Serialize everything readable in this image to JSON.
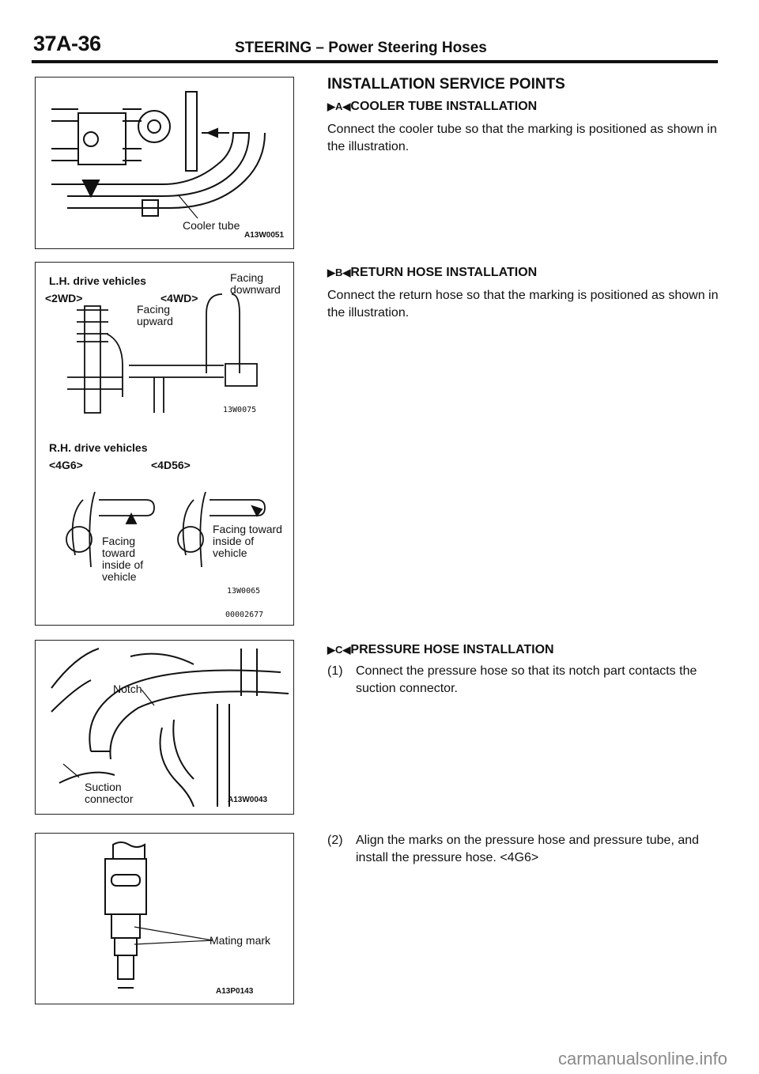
{
  "header": {
    "page_number": "37A-36",
    "title": "STEERING – Power Steering Hoses"
  },
  "figures": {
    "cooler": {
      "label": "Cooler tube",
      "code": "A13W0051"
    },
    "return": {
      "lh_title": "L.H. drive vehicles",
      "lh_2wd": "<2WD>",
      "lh_4wd": "<4WD>",
      "facing_upward": "Facing\nupward",
      "facing_downward": "Facing\ndownward",
      "lh_code": "13W0075",
      "rh_title": "R.H. drive vehicles",
      "rh_4g6": "<4G6>",
      "rh_4d56": "<4D56>",
      "facing_toward_left": "Facing\ntoward\ninside of\nvehicle",
      "facing_toward_right": "Facing toward\ninside of\nvehicle",
      "rh_code": "13W0065",
      "doc_code": "00002677"
    },
    "pressure": {
      "notch": "Notch",
      "suction": "Suction\nconnector",
      "code": "A13W0043"
    },
    "mating": {
      "label": "Mating mark",
      "code": "A13P0143"
    }
  },
  "content": {
    "heading": "INSTALLATION SERVICE POINTS",
    "sections": {
      "a": {
        "marker": "▶A◀",
        "title": "COOLER TUBE INSTALLATION",
        "text": "Connect the cooler tube so that the marking is positioned as shown in the illustration."
      },
      "b": {
        "marker": "▶B◀",
        "title": "RETURN HOSE INSTALLATION",
        "text": "Connect the return hose so that the marking is positioned as shown in the illustration."
      },
      "c": {
        "marker": "▶C◀",
        "title": "PRESSURE HOSE INSTALLATION",
        "step1_num": "(1)",
        "step1_text": "Connect the pressure hose so that its notch part contacts the suction connector.",
        "step2_num": "(2)",
        "step2_text": "Align the marks on the pressure hose and pressure tube, and install the pressure hose. <4G6>"
      }
    }
  },
  "watermark": "carmanualsonline.info"
}
